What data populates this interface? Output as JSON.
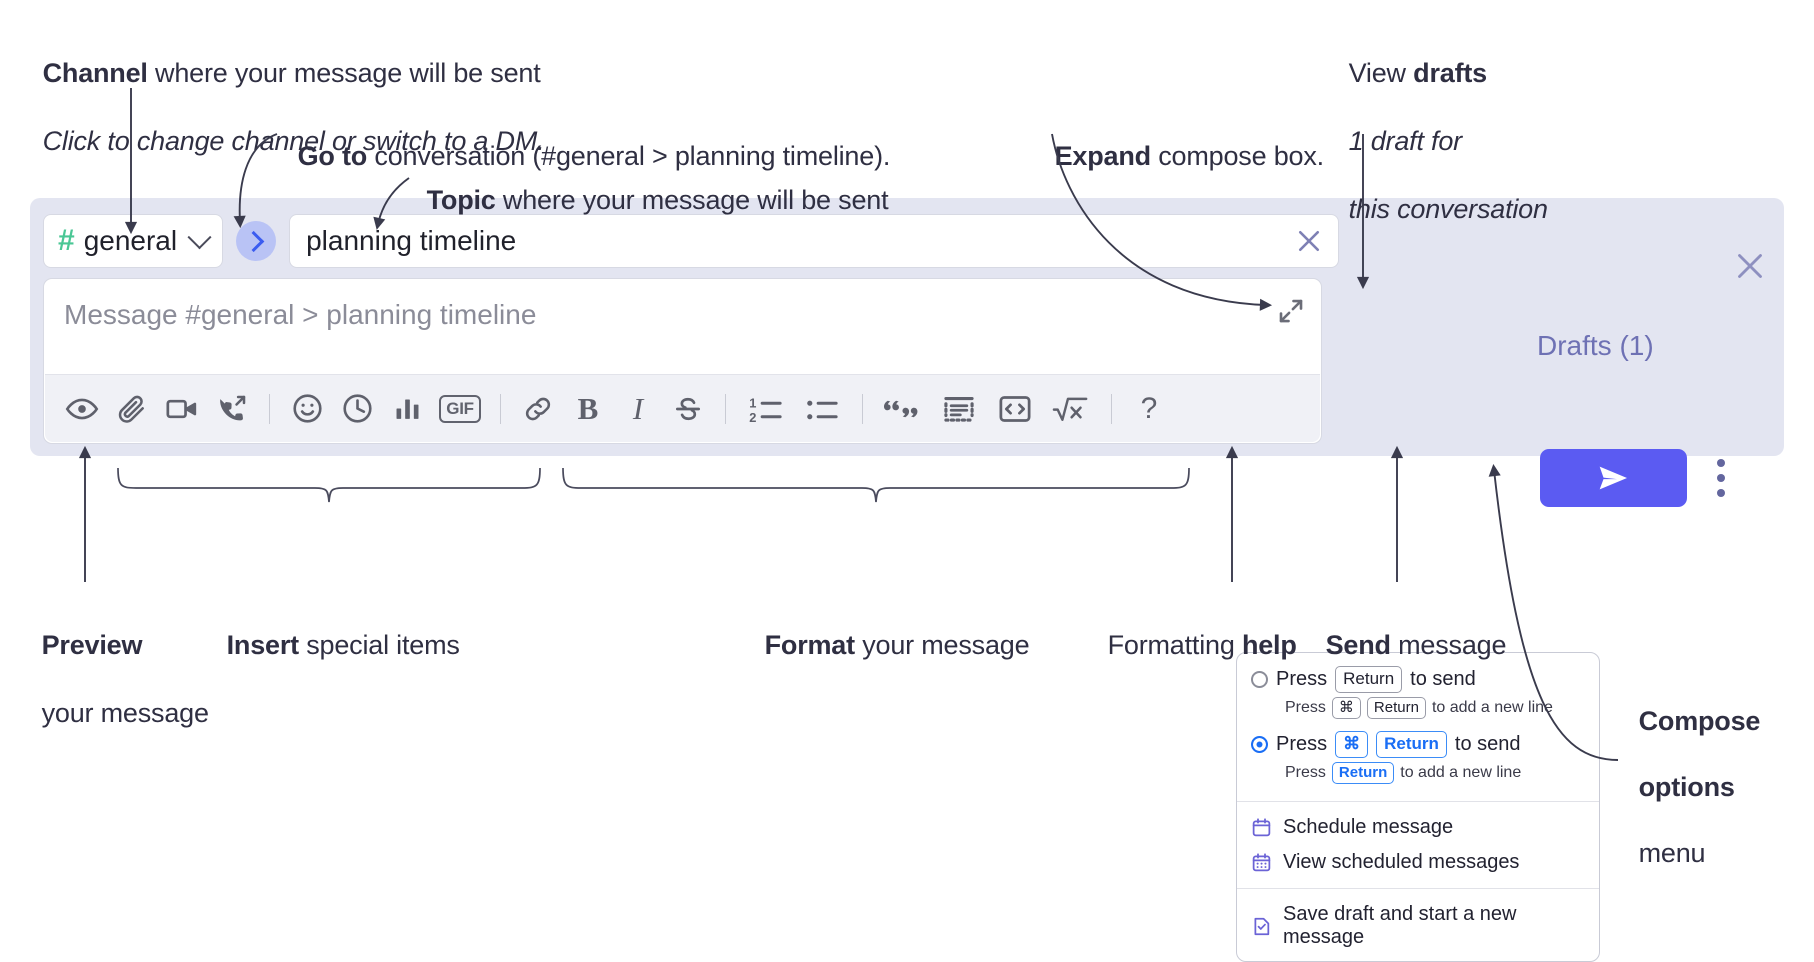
{
  "annotations": {
    "channel": {
      "bold": "Channel",
      "rest": " where your message will be sent",
      "sub": "Click to change channel or switch to a DM."
    },
    "goto": {
      "bold": "Go to",
      "rest": " conversation (#general > planning timeline)."
    },
    "topic": {
      "bold": "Topic",
      "rest": " where your message will be sent"
    },
    "expand": {
      "bold": "Expand",
      "rest": " compose box."
    },
    "drafts": {
      "lead": "View ",
      "bold": "drafts",
      "sub1": "1 draft for",
      "sub2": "this conversation"
    },
    "preview": {
      "bold": "Preview",
      "line2": "your message"
    },
    "insert": {
      "bold": "Insert",
      "rest": " special items"
    },
    "format": {
      "bold": "Format",
      "rest": " your message"
    },
    "help": {
      "lead": "Formatting ",
      "bold": "help"
    },
    "send": {
      "bold": "Send",
      "rest": " message"
    },
    "composeopts": {
      "l1": "Compose",
      "l2": "options",
      "l3": "menu"
    }
  },
  "compose": {
    "channel": {
      "hash": "#",
      "name": "general",
      "chevron_icon": "chevron-down-icon"
    },
    "goto_icon": "chevron-right-icon",
    "topic": {
      "value": "planning timeline",
      "clear_icon": "close-icon"
    },
    "message": {
      "placeholder": "Message #general > planning timeline",
      "expand_icon": "expand-icon"
    },
    "toolbar": [
      {
        "name": "preview-button",
        "icon": "eye-icon",
        "label": "Preview"
      },
      {
        "name": "attach-button",
        "icon": "paperclip-icon",
        "label": "Attach file"
      },
      {
        "name": "video-clip-button",
        "icon": "video-camera-icon",
        "label": "Record video clip"
      },
      {
        "name": "audio-clip-button",
        "icon": "phone-arrow-icon",
        "label": "Record audio clip"
      },
      {
        "name": "separator-1",
        "icon": "divider",
        "label": ""
      },
      {
        "name": "emoji-button",
        "icon": "emoji-smiley-icon",
        "label": "Emoji"
      },
      {
        "name": "schedule-button",
        "icon": "clock-icon",
        "label": "Schedule"
      },
      {
        "name": "poll-button",
        "icon": "bar-chart-icon",
        "label": "Poll"
      },
      {
        "name": "gif-button",
        "icon": "gif-icon",
        "label": "GIF"
      },
      {
        "name": "separator-2",
        "icon": "divider",
        "label": ""
      },
      {
        "name": "link-button",
        "icon": "link-icon",
        "label": "Link"
      },
      {
        "name": "bold-button",
        "icon": "bold-icon",
        "label": "B"
      },
      {
        "name": "italic-button",
        "icon": "italic-icon",
        "label": "I"
      },
      {
        "name": "strikethrough-button",
        "icon": "strikethrough-icon",
        "label": "S"
      },
      {
        "name": "separator-3",
        "icon": "divider",
        "label": ""
      },
      {
        "name": "ordered-list-button",
        "icon": "ordered-list-icon",
        "label": "Ordered list"
      },
      {
        "name": "bulleted-list-button",
        "icon": "bulleted-list-icon",
        "label": "Bulleted list"
      },
      {
        "name": "separator-4",
        "icon": "divider",
        "label": ""
      },
      {
        "name": "blockquote-button",
        "icon": "quote-icon",
        "label": "Blockquote"
      },
      {
        "name": "code-block-button",
        "icon": "code-block-icon",
        "label": "Code block"
      },
      {
        "name": "inline-code-button",
        "icon": "inline-code-icon",
        "label": "Code"
      },
      {
        "name": "math-button",
        "icon": "square-root-icon",
        "label": "Math"
      },
      {
        "name": "separator-5",
        "icon": "divider",
        "label": ""
      },
      {
        "name": "formatting-help-button",
        "icon": "question-mark-icon",
        "label": "?"
      }
    ],
    "drafts_label": "Drafts (1)",
    "close_icon": "close-icon",
    "send_icon": "paper-plane-icon",
    "kebab_icon": "more-options-icon"
  },
  "menu": {
    "option_1": {
      "selected": false,
      "press": "Press",
      "key": "Return",
      "tail": "to send",
      "sub_press": "Press",
      "sub_key1": "⌘",
      "sub_key2": "Return",
      "sub_tail": "to add a new line"
    },
    "option_2": {
      "selected": true,
      "press": "Press",
      "key1": "⌘",
      "key2": "Return",
      "tail": "to send",
      "sub_press": "Press",
      "sub_key": "Return",
      "sub_tail": "to add a new line"
    },
    "items": [
      {
        "name": "schedule-message-item",
        "icon": "calendar-icon",
        "label": "Schedule message"
      },
      {
        "name": "view-scheduled-item",
        "icon": "calendar-grid-icon",
        "label": "View scheduled messages"
      },
      {
        "name": "save-draft-item",
        "icon": "document-check-icon",
        "label": "Save draft and start a new message"
      }
    ]
  },
  "colors": {
    "panel_bg": "#e3e5f1",
    "send_button": "#5b5bf2",
    "hash_green": "#4ac795",
    "goto_circle": "#b9c3f5",
    "drafts_text": "#6e71b4",
    "radio_blue": "#1a6ef5",
    "menu_icon_purple": "#6b63d6",
    "annotation_text": "#2f2f42"
  }
}
